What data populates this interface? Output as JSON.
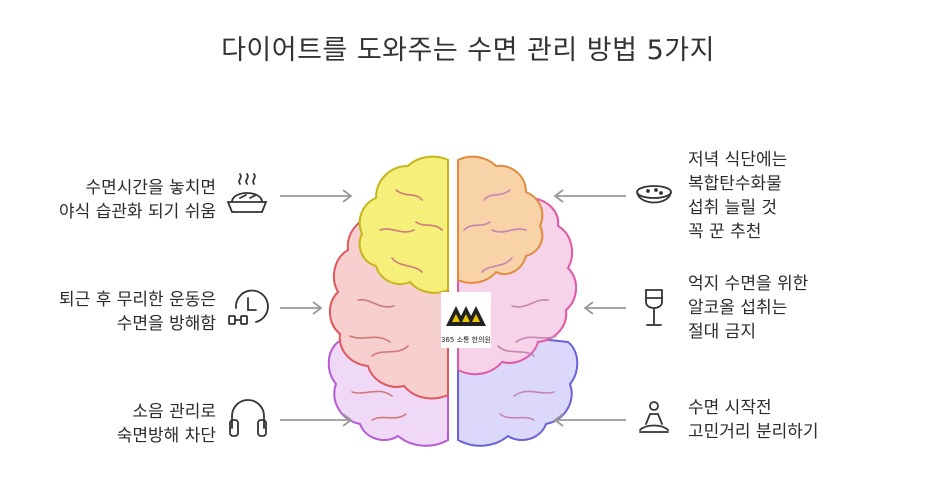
{
  "title": "다이어트를 도와주는 수면 관리 방법 5가지",
  "left_items": [
    {
      "lines": [
        "수면시간을 놓치면",
        "야식 습관화 되기 쉬움"
      ],
      "icon": "pie-icon"
    },
    {
      "lines": [
        "퇴근 후 무리한 운동은",
        "수면을 방해함"
      ],
      "icon": "workout-timer-icon"
    },
    {
      "lines": [
        "소음 관리로",
        "숙면방해 차단"
      ],
      "icon": "headphones-icon"
    }
  ],
  "right_items": [
    {
      "lines": [
        "저녁 식단에는",
        "복합탄수화물",
        "섭취 늘릴 것",
        "꼭 꾼 추천"
      ],
      "icon": "bowl-icon"
    },
    {
      "lines": [
        "억지 수면을 위한",
        "알코올 섭취는",
        "절대 금지"
      ],
      "icon": "wine-glass-icon"
    },
    {
      "lines": [
        "수면 시작전",
        "고민거리 분리하기"
      ],
      "icon": "meditation-icon"
    }
  ],
  "logo": {
    "text": "365 소통 한의원"
  },
  "colors": {
    "yellow": "#f6f07a",
    "orange": "#f8d3a8",
    "red": "#f8cfcf",
    "pink": "#f7d3ea",
    "lavender": "#efd9f7",
    "violet": "#dcd8fb",
    "stroke_yellow": "#c6b51c",
    "stroke_orange": "#e08b3e",
    "stroke_red": "#e0575c",
    "stroke_pink": "#de5aa6",
    "stroke_purple": "#b65bd8",
    "stroke_violet": "#6a62d8",
    "arrow": "#9a9a9a"
  }
}
